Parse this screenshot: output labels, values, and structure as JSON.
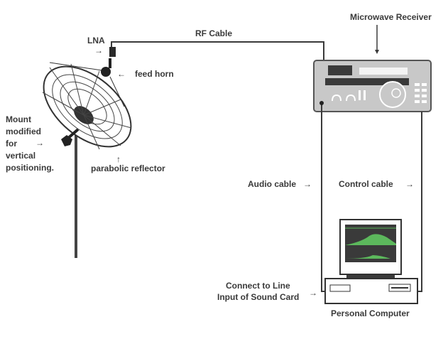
{
  "diagram": {
    "labels": {
      "lna": "LNA",
      "rf_cable": "RF Cable",
      "microwave_receiver": "Microwave Receiver",
      "feed_horn": "feed horn",
      "mount_1": "Mount",
      "mount_2": "modified",
      "mount_3": "for",
      "mount_4": "vertical",
      "mount_5": "positioning.",
      "parabolic_reflector": "parabolic reflector",
      "audio_cable": "Audio cable",
      "control_cable": "Control cable",
      "connect_1": "Connect to Line",
      "connect_2": "Input of Sound Card",
      "personal_computer": "Personal Computer"
    },
    "arrows": {
      "right": "→",
      "left": "←",
      "up": "↑"
    },
    "colors": {
      "line": "#3a3a3a",
      "receiver_panel": "#c8c8c8",
      "screen_bg": "#3a3a3a",
      "spectrum": "#5cb85c"
    }
  }
}
